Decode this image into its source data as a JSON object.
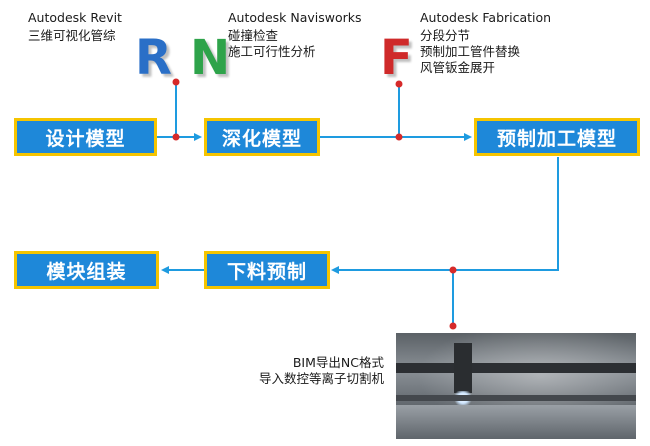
{
  "tools": [
    {
      "name": "Autodesk Revit",
      "letter": "R",
      "desc": [
        "三维可视化管综"
      ]
    },
    {
      "name": "Autodesk Navisworks",
      "letter": "N",
      "desc": [
        "碰撞检查",
        "施工可行性分析"
      ]
    },
    {
      "name": "Autodesk Fabrication",
      "letter": "F",
      "desc": [
        "分段分节",
        "预制加工管件替换",
        "风管钣金展开"
      ]
    }
  ],
  "steps": {
    "design": "设计模型",
    "deepen": "深化模型",
    "prefab": "预制加工模型",
    "cut": "下料预制",
    "assemble": "模块组装"
  },
  "caption": [
    "BIM导出NC格式",
    "导入数控等离子切割机"
  ],
  "colors": {
    "box_fill": "#1e88d9",
    "box_border": "#f5c400",
    "connector": "#1e9be0",
    "dot": "#d62a2a"
  }
}
